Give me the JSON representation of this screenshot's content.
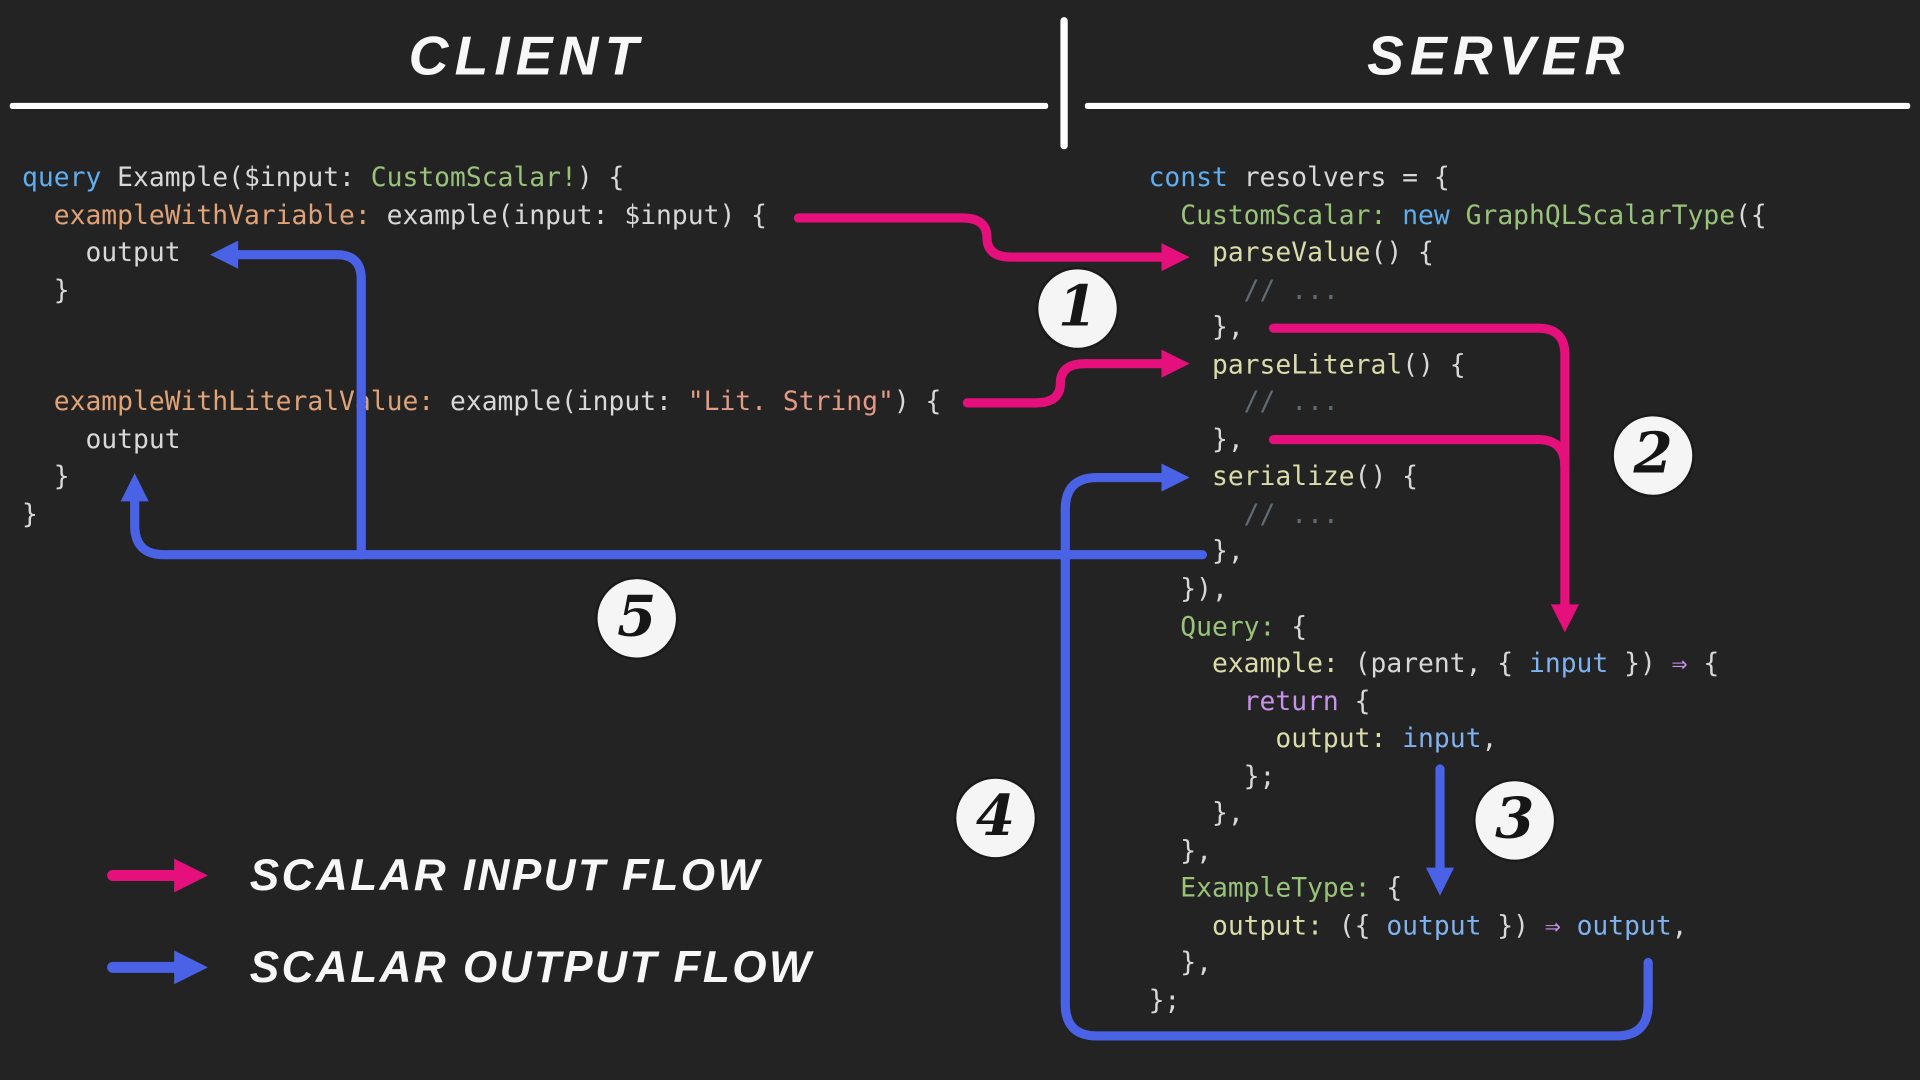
{
  "header": {
    "client": "CLIENT",
    "server": "SERVER"
  },
  "steps": [
    "1",
    "2",
    "3",
    "4",
    "5"
  ],
  "legend": {
    "input": {
      "label": "SCALAR INPUT FLOW",
      "color": "#e6107d"
    },
    "output": {
      "label": "SCALAR OUTPUT FLOW",
      "color": "#4a63e6"
    }
  },
  "colors": {
    "background": "#232323",
    "input_flow": "#e6107d",
    "output_flow": "#4a63e6",
    "rule": "#ffffff",
    "badge_bg": "#f5f5f5",
    "badge_text": "#161616",
    "keyword": "#61aeee",
    "type": "#98c379",
    "function": "#dcdcaa",
    "field_alias": "#e0a277",
    "string": "#e39a86",
    "comment": "#5f6b75",
    "plain": "#d8d8d8",
    "variable": "#7fb2f0",
    "operator": "#c792ea"
  },
  "client_code": {
    "lines": [
      [
        {
          "c": "kw",
          "t": "query"
        },
        {
          "c": "pl",
          "t": " Example($input: "
        },
        {
          "c": "type",
          "t": "CustomScalar!"
        },
        {
          "c": "pl",
          "t": ") {"
        }
      ],
      [
        {
          "c": "pl",
          "t": "  "
        },
        {
          "c": "orange",
          "t": "exampleWithVariable:"
        },
        {
          "c": "pl",
          "t": " example(input: $input) {"
        }
      ],
      [
        {
          "c": "pl",
          "t": "    output"
        }
      ],
      [
        {
          "c": "pl",
          "t": "  }"
        }
      ],
      [],
      [],
      [
        {
          "c": "pl",
          "t": "  "
        },
        {
          "c": "orange",
          "t": "exampleWithLiteralValue:"
        },
        {
          "c": "pl",
          "t": " example(input: "
        },
        {
          "c": "str",
          "t": "\"Lit. String\""
        },
        {
          "c": "pl",
          "t": ") {"
        }
      ],
      [
        {
          "c": "pl",
          "t": "    output"
        }
      ],
      [
        {
          "c": "pl",
          "t": "  }"
        }
      ],
      [
        {
          "c": "pl",
          "t": "}"
        }
      ]
    ]
  },
  "server_code": {
    "lines": [
      [
        {
          "c": "kw",
          "t": "const"
        },
        {
          "c": "pl",
          "t": " resolvers = {"
        }
      ],
      [
        {
          "c": "pl",
          "t": "  "
        },
        {
          "c": "type",
          "t": "CustomScalar:"
        },
        {
          "c": "pl",
          "t": " "
        },
        {
          "c": "kw",
          "t": "new"
        },
        {
          "c": "pl",
          "t": " "
        },
        {
          "c": "type",
          "t": "GraphQLScalarType"
        },
        {
          "c": "pl",
          "t": "({"
        }
      ],
      [
        {
          "c": "pl",
          "t": "    "
        },
        {
          "c": "fn",
          "t": "parseValue"
        },
        {
          "c": "pl",
          "t": "() {"
        }
      ],
      [
        {
          "c": "comment",
          "t": "      // ..."
        }
      ],
      [
        {
          "c": "pl",
          "t": "    },"
        }
      ],
      [
        {
          "c": "pl",
          "t": "    "
        },
        {
          "c": "fn",
          "t": "parseLiteral"
        },
        {
          "c": "pl",
          "t": "() {"
        }
      ],
      [
        {
          "c": "comment",
          "t": "      // ..."
        }
      ],
      [
        {
          "c": "pl",
          "t": "    },"
        }
      ],
      [
        {
          "c": "pl",
          "t": "    "
        },
        {
          "c": "fn",
          "t": "serialize"
        },
        {
          "c": "pl",
          "t": "() {"
        }
      ],
      [
        {
          "c": "comment",
          "t": "      // ..."
        }
      ],
      [
        {
          "c": "pl",
          "t": "    },"
        }
      ],
      [
        {
          "c": "pl",
          "t": "  }),"
        }
      ],
      [
        {
          "c": "pl",
          "t": "  "
        },
        {
          "c": "type",
          "t": "Query:"
        },
        {
          "c": "pl",
          "t": " {"
        }
      ],
      [
        {
          "c": "pl",
          "t": "    "
        },
        {
          "c": "fn",
          "t": "example:"
        },
        {
          "c": "pl",
          "t": " (parent, { "
        },
        {
          "c": "blue2",
          "t": "input"
        },
        {
          "c": "pl",
          "t": " }) "
        },
        {
          "c": "purple",
          "t": "⇒"
        },
        {
          "c": "pl",
          "t": " {"
        }
      ],
      [
        {
          "c": "pl",
          "t": "      "
        },
        {
          "c": "purple",
          "t": "return"
        },
        {
          "c": "pl",
          "t": " {"
        }
      ],
      [
        {
          "c": "pl",
          "t": "        "
        },
        {
          "c": "fn",
          "t": "output:"
        },
        {
          "c": "pl",
          "t": " "
        },
        {
          "c": "blue2",
          "t": "input"
        },
        {
          "c": "pl",
          "t": ","
        }
      ],
      [
        {
          "c": "pl",
          "t": "      };"
        }
      ],
      [
        {
          "c": "pl",
          "t": "    },"
        }
      ],
      [
        {
          "c": "pl",
          "t": "  },"
        }
      ],
      [
        {
          "c": "pl",
          "t": "  "
        },
        {
          "c": "type",
          "t": "ExampleType:"
        },
        {
          "c": "pl",
          "t": " {"
        }
      ],
      [
        {
          "c": "pl",
          "t": "    "
        },
        {
          "c": "fn",
          "t": "output:"
        },
        {
          "c": "pl",
          "t": " ({ "
        },
        {
          "c": "blue2",
          "t": "output"
        },
        {
          "c": "pl",
          "t": " }) "
        },
        {
          "c": "purple",
          "t": "⇒"
        },
        {
          "c": "pl",
          "t": " "
        },
        {
          "c": "blue2",
          "t": "output"
        },
        {
          "c": "pl",
          "t": ","
        }
      ],
      [
        {
          "c": "pl",
          "t": "  },"
        }
      ],
      [
        {
          "c": "pl",
          "t": "};"
        }
      ]
    ]
  }
}
